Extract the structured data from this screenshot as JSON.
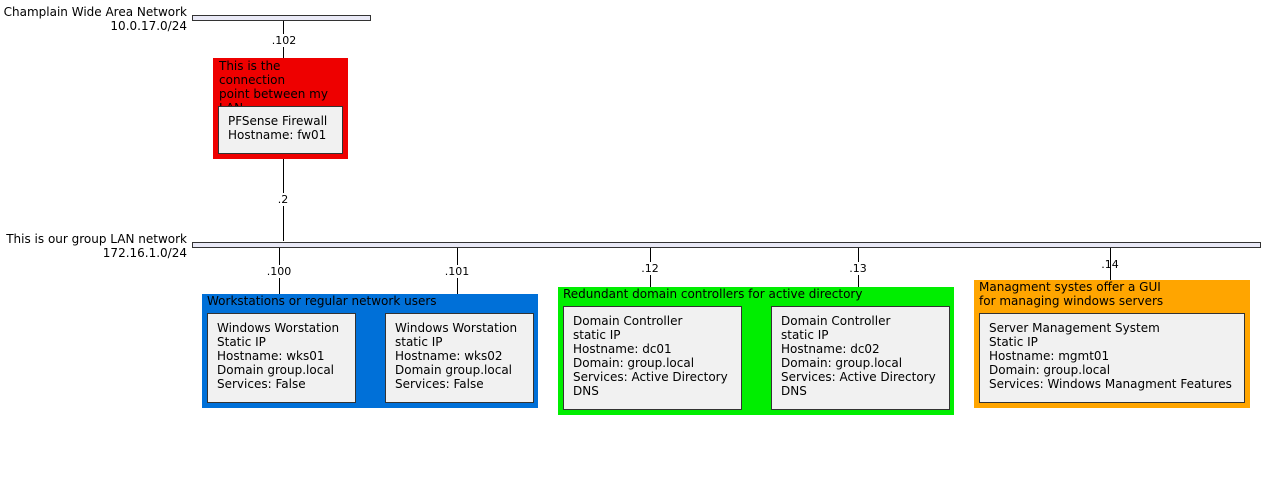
{
  "networks": {
    "wan": {
      "name": "Champlain Wide Area Network",
      "subnet": "10.0.17.0/24"
    },
    "lan": {
      "name": "This is our group LAN network",
      "subnet": "172.16.1.0/24"
    }
  },
  "firewall_group": {
    "title": "This is the connection\npoint between my LAN\nand the WAN network",
    "color": "#ee0000",
    "wan_address": ".102",
    "lan_address": ".2",
    "node": {
      "lines": [
        "PFSense Firewall",
        "Hostname: fw01"
      ]
    }
  },
  "workstations_group": {
    "title": "Workstations or regular network users",
    "color": "#0070d8",
    "nodes": [
      {
        "address": ".100",
        "lines": [
          "Windows Worstation",
          "Static IP",
          "Hostname: wks01",
          "Domain group.local",
          "Services: False"
        ]
      },
      {
        "address": ".101",
        "lines": [
          "Windows Worstation",
          "static IP",
          "Hostname: wks02",
          "Domain group.local",
          "Services: False"
        ]
      }
    ]
  },
  "dc_group": {
    "title": "Redundant domain controllers for active directory",
    "color": "#00ee00",
    "nodes": [
      {
        "address": ".12",
        "lines": [
          "Domain Controller",
          "static IP",
          "Hostname: dc01",
          "Domain: group.local",
          "Services: Active Directory",
          "DNS"
        ]
      },
      {
        "address": ".13",
        "lines": [
          "Domain Controller",
          "static IP",
          "Hostname: dc02",
          "Domain: group.local",
          "Services: Active Directory",
          "DNS"
        ]
      }
    ]
  },
  "mgmt_group": {
    "title": "Managment systes offer a GUI\nfor managing windows servers",
    "color": "#ffa500",
    "nodes": [
      {
        "address": ".14",
        "lines": [
          "Server Management System",
          "Static IP",
          "Hostname: mgmt01",
          "Domain: group.local",
          "Services: Windows Managment Features"
        ]
      }
    ]
  }
}
